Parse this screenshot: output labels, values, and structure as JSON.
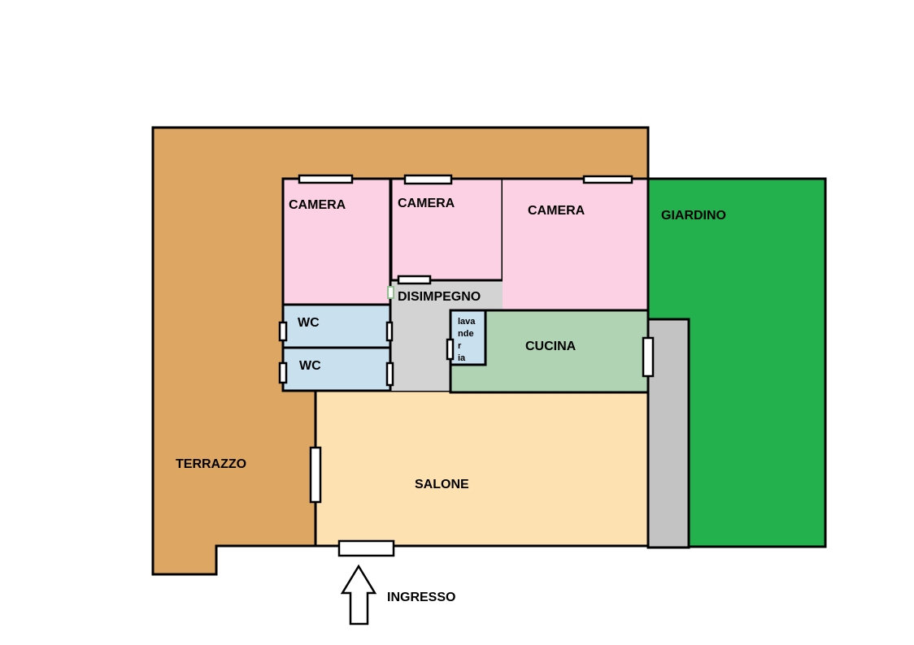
{
  "rooms": {
    "camera_1": "CAMERA",
    "camera_2": "CAMERA",
    "camera_3": "CAMERA",
    "giardino": "GIARDINO",
    "disimpegno": "DISIMPEGNO",
    "wc_1": "WC",
    "wc_2": "WC",
    "lavanderia": [
      "lava",
      "nde",
      "r",
      "ia"
    ],
    "cucina": "CUCINA",
    "terrazzo": "TERRAZZO",
    "salone": "SALONE"
  },
  "entrance": {
    "label": "INGRESSO"
  },
  "colors": {
    "terrazzo": "#DDA662",
    "camera": "#FCD1E3",
    "giardino": "#22B14C",
    "disimpegno": "#D3D3D3",
    "wc": "#C9E1EF",
    "cucina": "#B0D4B3",
    "salone": "#FDE1B0",
    "corridor": "#C3C3C3"
  }
}
